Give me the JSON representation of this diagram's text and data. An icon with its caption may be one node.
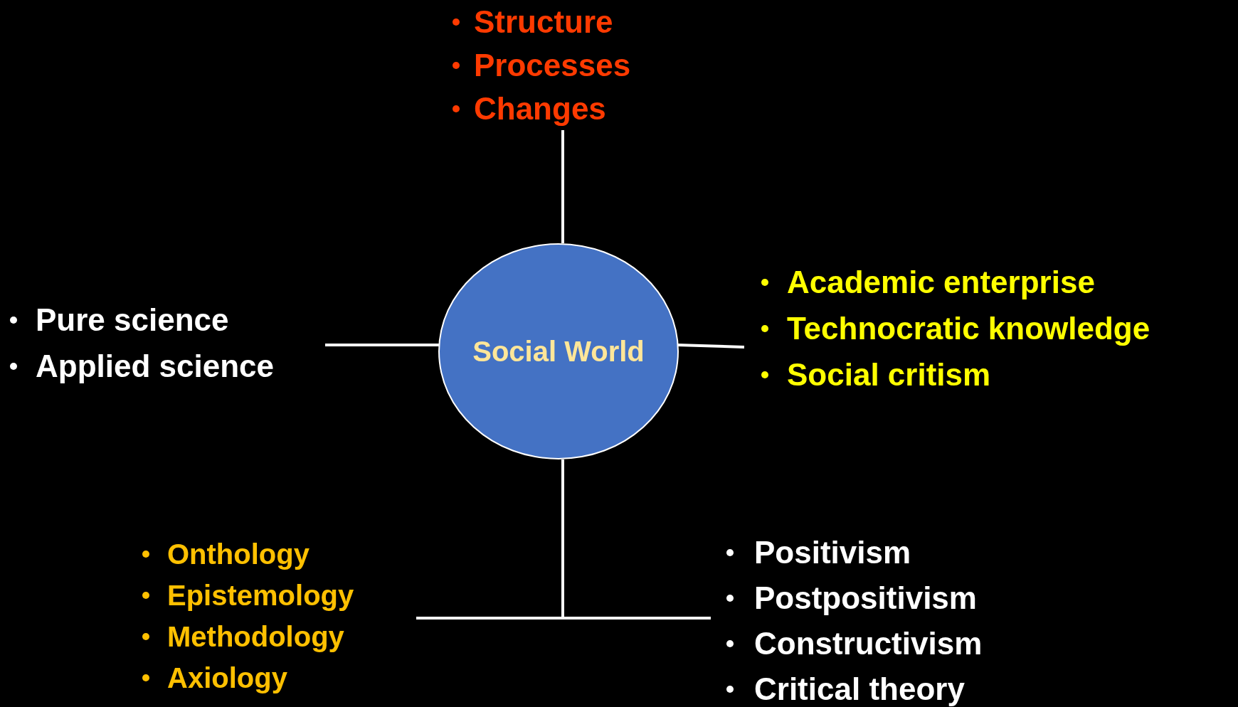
{
  "diagram": {
    "nodes": [
      {
        "text": [
          "Structure",
          "Processes",
          "Changes"
        ]
      },
      {
        "text": [
          "Pure science",
          "Applied science"
        ]
      },
      {
        "text": [
          "Social World"
        ]
      },
      {
        "text": [
          "Academic enterprise",
          "Technocratic knowledge",
          "Social critism"
        ]
      },
      {
        "text": [
          "Onthology",
          "Epistemology",
          "Methodology",
          "Axiology"
        ]
      },
      {
        "text": [
          "Positivism",
          "Postpositivism",
          "Constructivism",
          "Critical theory"
        ]
      }
    ],
    "edges": [
      {
        "from": 0,
        "to": 2,
        "arrow": "none"
      },
      {
        "from": 1,
        "to": 2,
        "arrow": "none"
      },
      {
        "from": 2,
        "to": 3,
        "arrow": "none"
      },
      {
        "from": 2,
        "to": 4,
        "arrow": "none"
      },
      {
        "from": 2,
        "to": 5,
        "arrow": "none"
      }
    ]
  }
}
